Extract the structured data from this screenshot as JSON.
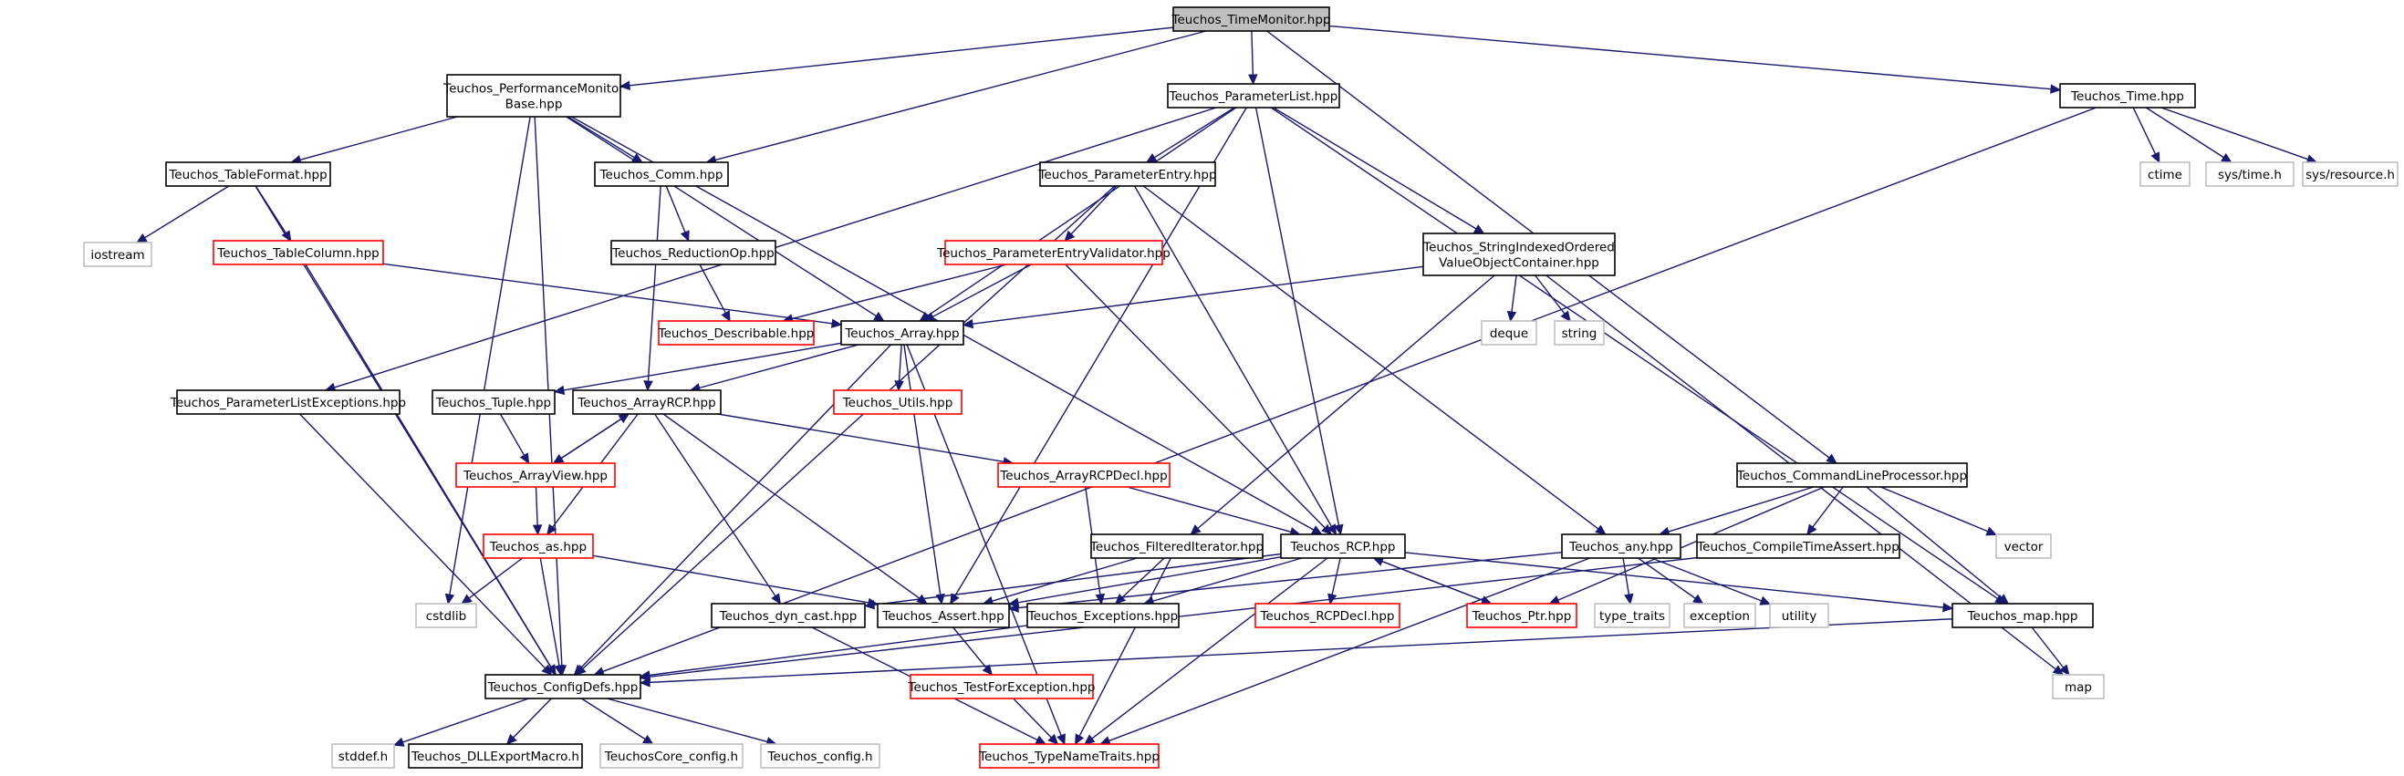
{
  "colors": {
    "edge": "#191970",
    "normal_border": "#000000",
    "link_border": "#ff0000",
    "external_border": "#bfbfbf",
    "root_fill": "#bfbfbf",
    "node_fill": "#ffffff"
  },
  "nodes": [
    {
      "id": "timemonitor",
      "lines": [
        "Teuchos_TimeMonitor.hpp"
      ],
      "kind": "root"
    },
    {
      "id": "perfmon",
      "lines": [
        "Teuchos_PerformanceMonitor",
        "Base.hpp"
      ],
      "kind": "normal"
    },
    {
      "id": "paramlist",
      "lines": [
        "Teuchos_ParameterList.hpp"
      ],
      "kind": "normal"
    },
    {
      "id": "time",
      "lines": [
        "Teuchos_Time.hpp"
      ],
      "kind": "normal"
    },
    {
      "id": "tableformat",
      "lines": [
        "Teuchos_TableFormat.hpp"
      ],
      "kind": "normal"
    },
    {
      "id": "comm",
      "lines": [
        "Teuchos_Comm.hpp"
      ],
      "kind": "normal"
    },
    {
      "id": "paramentry",
      "lines": [
        "Teuchos_ParameterEntry.hpp"
      ],
      "kind": "normal"
    },
    {
      "id": "ctime",
      "lines": [
        "ctime"
      ],
      "kind": "external"
    },
    {
      "id": "systime",
      "lines": [
        "sys/time.h"
      ],
      "kind": "external"
    },
    {
      "id": "sysresource",
      "lines": [
        "sys/resource.h"
      ],
      "kind": "external"
    },
    {
      "id": "iostream",
      "lines": [
        "iostream"
      ],
      "kind": "external"
    },
    {
      "id": "tablecolumn",
      "lines": [
        "Teuchos_TableColumn.hpp"
      ],
      "kind": "link"
    },
    {
      "id": "reductionop",
      "lines": [
        "Teuchos_ReductionOp.hpp"
      ],
      "kind": "normal"
    },
    {
      "id": "pev",
      "lines": [
        "Teuchos_ParameterEntryValidator.hpp"
      ],
      "kind": "link"
    },
    {
      "id": "sioc",
      "lines": [
        "Teuchos_StringIndexedOrdered",
        "ValueObjectContainer.hpp"
      ],
      "kind": "normal"
    },
    {
      "id": "describable",
      "lines": [
        "Teuchos_Describable.hpp"
      ],
      "kind": "link"
    },
    {
      "id": "array",
      "lines": [
        "Teuchos_Array.hpp"
      ],
      "kind": "normal"
    },
    {
      "id": "deque",
      "lines": [
        "deque"
      ],
      "kind": "external"
    },
    {
      "id": "string",
      "lines": [
        "string"
      ],
      "kind": "external"
    },
    {
      "id": "plexceptions",
      "lines": [
        "Teuchos_ParameterListExceptions.hpp"
      ],
      "kind": "normal"
    },
    {
      "id": "tuple",
      "lines": [
        "Teuchos_Tuple.hpp"
      ],
      "kind": "normal"
    },
    {
      "id": "arrayrcp",
      "lines": [
        "Teuchos_ArrayRCP.hpp"
      ],
      "kind": "normal"
    },
    {
      "id": "utils",
      "lines": [
        "Teuchos_Utils.hpp"
      ],
      "kind": "link"
    },
    {
      "id": "arrayview",
      "lines": [
        "Teuchos_ArrayView.hpp"
      ],
      "kind": "link"
    },
    {
      "id": "arrayrcpdecl",
      "lines": [
        "Teuchos_ArrayRCPDecl.hpp"
      ],
      "kind": "link"
    },
    {
      "id": "cmdline",
      "lines": [
        "Teuchos_CommandLineProcessor.hpp"
      ],
      "kind": "normal"
    },
    {
      "id": "as",
      "lines": [
        "Teuchos_as.hpp"
      ],
      "kind": "link"
    },
    {
      "id": "filtered",
      "lines": [
        "Teuchos_FilteredIterator.hpp"
      ],
      "kind": "normal"
    },
    {
      "id": "rcp",
      "lines": [
        "Teuchos_RCP.hpp"
      ],
      "kind": "normal"
    },
    {
      "id": "any",
      "lines": [
        "Teuchos_any.hpp"
      ],
      "kind": "normal"
    },
    {
      "id": "ctassert",
      "lines": [
        "Teuchos_CompileTimeAssert.hpp"
      ],
      "kind": "normal"
    },
    {
      "id": "vector",
      "lines": [
        "vector"
      ],
      "kind": "external"
    },
    {
      "id": "cstdlib",
      "lines": [
        "cstdlib"
      ],
      "kind": "external"
    },
    {
      "id": "dyncast",
      "lines": [
        "Teuchos_dyn_cast.hpp"
      ],
      "kind": "normal"
    },
    {
      "id": "assert",
      "lines": [
        "Teuchos_Assert.hpp"
      ],
      "kind": "normal"
    },
    {
      "id": "exceptions",
      "lines": [
        "Teuchos_Exceptions.hpp"
      ],
      "kind": "normal"
    },
    {
      "id": "rcpdecl",
      "lines": [
        "Teuchos_RCPDecl.hpp"
      ],
      "kind": "link"
    },
    {
      "id": "ptr",
      "lines": [
        "Teuchos_Ptr.hpp"
      ],
      "kind": "link"
    },
    {
      "id": "typetraits",
      "lines": [
        "type_traits"
      ],
      "kind": "external"
    },
    {
      "id": "exception",
      "lines": [
        "exception"
      ],
      "kind": "external"
    },
    {
      "id": "utility",
      "lines": [
        "utility"
      ],
      "kind": "external"
    },
    {
      "id": "map_hpp",
      "lines": [
        "Teuchos_map.hpp"
      ],
      "kind": "normal"
    },
    {
      "id": "configdefs",
      "lines": [
        "Teuchos_ConfigDefs.hpp"
      ],
      "kind": "normal"
    },
    {
      "id": "testforexc",
      "lines": [
        "Teuchos_TestForException.hpp"
      ],
      "kind": "link"
    },
    {
      "id": "map",
      "lines": [
        "map"
      ],
      "kind": "external"
    },
    {
      "id": "stddef",
      "lines": [
        "stddef.h"
      ],
      "kind": "external"
    },
    {
      "id": "dllexport",
      "lines": [
        "Teuchos_DLLExportMacro.h"
      ],
      "kind": "normal"
    },
    {
      "id": "coreconfig",
      "lines": [
        "TeuchosCore_config.h"
      ],
      "kind": "external"
    },
    {
      "id": "config",
      "lines": [
        "Teuchos_config.h"
      ],
      "kind": "external"
    },
    {
      "id": "typenametraits",
      "lines": [
        "Teuchos_TypeNameTraits.hpp"
      ],
      "kind": "link"
    }
  ],
  "edges": [
    [
      "timemonitor",
      "perfmon"
    ],
    [
      "timemonitor",
      "paramlist"
    ],
    [
      "timemonitor",
      "time"
    ],
    [
      "timemonitor",
      "comm"
    ],
    [
      "timemonitor",
      "cmdline"
    ],
    [
      "perfmon",
      "tableformat"
    ],
    [
      "perfmon",
      "comm"
    ],
    [
      "perfmon",
      "array"
    ],
    [
      "perfmon",
      "rcp"
    ],
    [
      "perfmon",
      "configdefs"
    ],
    [
      "perfmon",
      "cstdlib"
    ],
    [
      "paramlist",
      "paramentry"
    ],
    [
      "paramlist",
      "sioc"
    ],
    [
      "paramlist",
      "array"
    ],
    [
      "paramlist",
      "plexceptions"
    ],
    [
      "paramlist",
      "rcp"
    ],
    [
      "paramlist",
      "assert"
    ],
    [
      "paramlist",
      "map_hpp"
    ],
    [
      "time",
      "ctime"
    ],
    [
      "time",
      "systime"
    ],
    [
      "time",
      "sysresource"
    ],
    [
      "time",
      "configdefs"
    ],
    [
      "tableformat",
      "iostream"
    ],
    [
      "tableformat",
      "tablecolumn"
    ],
    [
      "tableformat",
      "configdefs"
    ],
    [
      "tablecolumn",
      "array"
    ],
    [
      "tablecolumn",
      "configdefs"
    ],
    [
      "comm",
      "reductionop"
    ],
    [
      "comm",
      "arrayrcp"
    ],
    [
      "reductionop",
      "describable"
    ],
    [
      "paramentry",
      "pev"
    ],
    [
      "paramentry",
      "any"
    ],
    [
      "paramentry",
      "rcp"
    ],
    [
      "paramentry",
      "configdefs"
    ],
    [
      "pev",
      "describable"
    ],
    [
      "pev",
      "array"
    ],
    [
      "pev",
      "rcp"
    ],
    [
      "sioc",
      "array"
    ],
    [
      "sioc",
      "deque"
    ],
    [
      "sioc",
      "string"
    ],
    [
      "sioc",
      "filtered"
    ],
    [
      "sioc",
      "map"
    ],
    [
      "array",
      "tuple"
    ],
    [
      "array",
      "arrayrcp"
    ],
    [
      "array",
      "utils"
    ],
    [
      "array",
      "assert"
    ],
    [
      "array",
      "configdefs"
    ],
    [
      "array",
      "typenametraits"
    ],
    [
      "plexceptions",
      "configdefs"
    ],
    [
      "tuple",
      "arrayview"
    ],
    [
      "arrayrcp",
      "arrayview"
    ],
    [
      "arrayrcp",
      "arrayrcpdecl"
    ],
    [
      "arrayrcp",
      "as"
    ],
    [
      "arrayrcp",
      "dyncast"
    ],
    [
      "arrayrcp",
      "assert"
    ],
    [
      "arrayview",
      "arrayrcp"
    ],
    [
      "arrayview",
      "as"
    ],
    [
      "arrayrcpdecl",
      "rcp"
    ],
    [
      "arrayrcpdecl",
      "exceptions"
    ],
    [
      "as",
      "cstdlib"
    ],
    [
      "as",
      "assert"
    ],
    [
      "as",
      "configdefs"
    ],
    [
      "cmdline",
      "any"
    ],
    [
      "cmdline",
      "ctassert"
    ],
    [
      "cmdline",
      "vector"
    ],
    [
      "cmdline",
      "map_hpp"
    ],
    [
      "cmdline",
      "ptr"
    ],
    [
      "filtered",
      "assert"
    ],
    [
      "filtered",
      "exceptions"
    ],
    [
      "filtered",
      "typenametraits"
    ],
    [
      "rcp",
      "rcpdecl"
    ],
    [
      "rcp",
      "ptr"
    ],
    [
      "rcp",
      "dyncast"
    ],
    [
      "rcp",
      "assert"
    ],
    [
      "rcp",
      "exceptions"
    ],
    [
      "rcp",
      "map_hpp"
    ],
    [
      "rcp",
      "typenametraits"
    ],
    [
      "ptr",
      "rcp"
    ],
    [
      "any",
      "typetraits"
    ],
    [
      "any",
      "exception"
    ],
    [
      "any",
      "utility"
    ],
    [
      "any",
      "assert"
    ],
    [
      "any",
      "typenametraits"
    ],
    [
      "ctassert",
      "configdefs"
    ],
    [
      "dyncast",
      "typenametraits"
    ],
    [
      "assert",
      "testforexc"
    ],
    [
      "exceptions",
      "configdefs"
    ],
    [
      "map_hpp",
      "map"
    ],
    [
      "map_hpp",
      "configdefs"
    ],
    [
      "testforexc",
      "typenametraits"
    ],
    [
      "configdefs",
      "stddef"
    ],
    [
      "configdefs",
      "dllexport"
    ],
    [
      "configdefs",
      "coreconfig"
    ],
    [
      "configdefs",
      "config"
    ]
  ]
}
